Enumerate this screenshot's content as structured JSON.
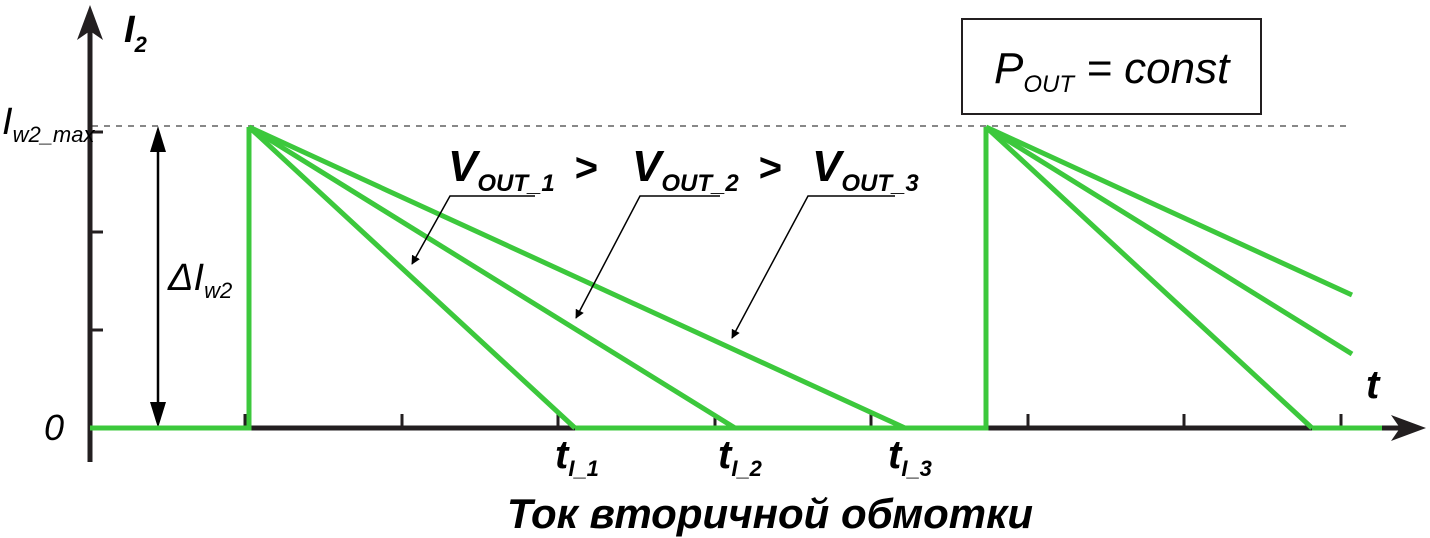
{
  "axes": {
    "y_label_main": "I",
    "y_label_sub": "2",
    "x_label": "t",
    "zero_label": "0",
    "max_label_main": "I",
    "max_label_sub": "w2_max",
    "delta_label_main": "ΔI",
    "delta_label_sub": "w2"
  },
  "box": {
    "main": "P",
    "sub": "OUT",
    "rest": " = const"
  },
  "voltages": {
    "v1_main": "V",
    "v1_sub": "OUT_1",
    "gt1": ">",
    "v2_main": "V",
    "v2_sub": "OUT_2",
    "gt2": ">",
    "v3_main": "V",
    "v3_sub": "OUT_3"
  },
  "times": [
    {
      "main": "t",
      "sub": "I_1"
    },
    {
      "main": "t",
      "sub": "I_2"
    },
    {
      "main": "t",
      "sub": "I_3"
    }
  ],
  "caption": "Ток вторичной обмотки",
  "colors": {
    "waveform": "#3cc83c",
    "axis": "#231f20",
    "dashed": "#888888"
  }
}
